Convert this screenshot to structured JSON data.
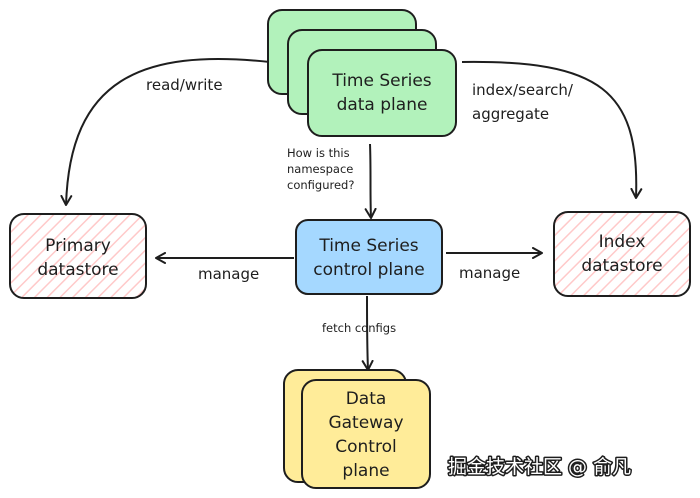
{
  "nodes": {
    "data_plane": {
      "lines": [
        "Time Series",
        "data plane"
      ],
      "fill": "#b2f2bb"
    },
    "control_plane": {
      "lines": [
        "Time Series",
        "control plane"
      ],
      "fill": "#a5d8ff"
    },
    "primary_datastore": {
      "lines": [
        "Primary",
        "datastore"
      ],
      "hatch": "#ffc9c9"
    },
    "index_datastore": {
      "lines": [
        "Index",
        "datastore"
      ],
      "hatch": "#ffc9c9"
    },
    "gateway_control_plane": {
      "lines": [
        "Data",
        "Gateway",
        "Control",
        "plane"
      ],
      "fill": "#ffec99"
    }
  },
  "edges": {
    "read_write": "read/write",
    "index_search": [
      "index/search/",
      "aggregate"
    ],
    "config_question": [
      "How is this",
      "namespace",
      "configured?"
    ],
    "manage_left": "manage",
    "manage_right": "manage",
    "fetch_configs": "fetch configs"
  },
  "watermark": "掘金技术社区 @ 俞凡",
  "colors": {
    "stroke": "#1e1e1e"
  }
}
